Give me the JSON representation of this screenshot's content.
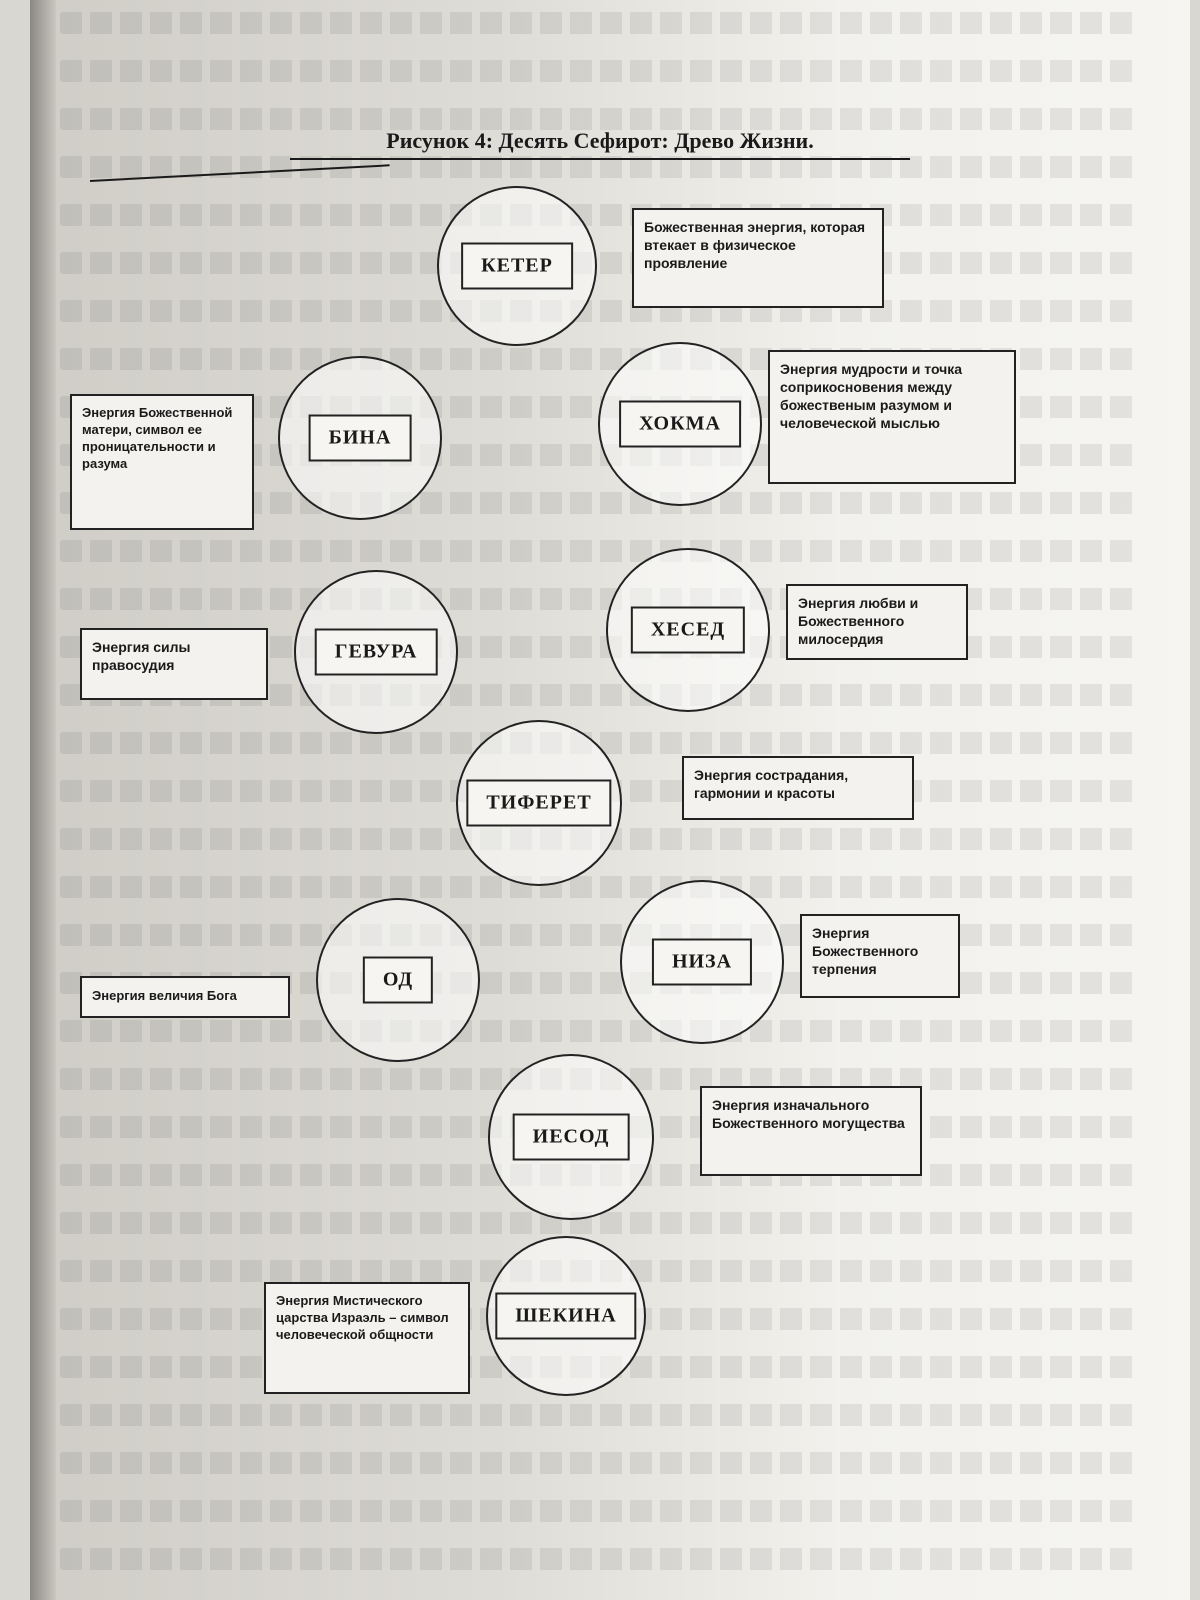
{
  "figure": {
    "title": "Рисунок 4: Десять Сефирот: Древо Жизни."
  },
  "sephirot": [
    {
      "id": "keter",
      "name": "КЕТЕР",
      "description": "Божественная энергия, которая втекает в физическое проявление"
    },
    {
      "id": "hokhma",
      "name": "ХОКМА",
      "description": "Энергия мудрости и точка соприкосновения между божественым разумом и человеческой мыслью"
    },
    {
      "id": "bina",
      "name": "БИНА",
      "description": "Энергия Божественной матери, символ ее проницательности и разума"
    },
    {
      "id": "hesed",
      "name": "ХЕСЕД",
      "description": "Энергия любви и Божественного милосердия"
    },
    {
      "id": "gevura",
      "name": "ГЕВУРА",
      "description": "Энергия силы правосудия"
    },
    {
      "id": "tiferet",
      "name": "ТИФЕРЕТ",
      "description": "Энергия сострадания, гармонии и красоты"
    },
    {
      "id": "niza",
      "name": "НИЗА",
      "description": "Энергия Божественного терпения"
    },
    {
      "id": "od",
      "name": "ОД",
      "description": "Энергия величия Бога"
    },
    {
      "id": "iesod",
      "name": "ИЕСОД",
      "description": "Энергия изначального Божественного могущества"
    },
    {
      "id": "shekina",
      "name": "ШЕКИНА",
      "description": "Энергия Мистического царства Израэль – символ человеческой общности"
    }
  ]
}
